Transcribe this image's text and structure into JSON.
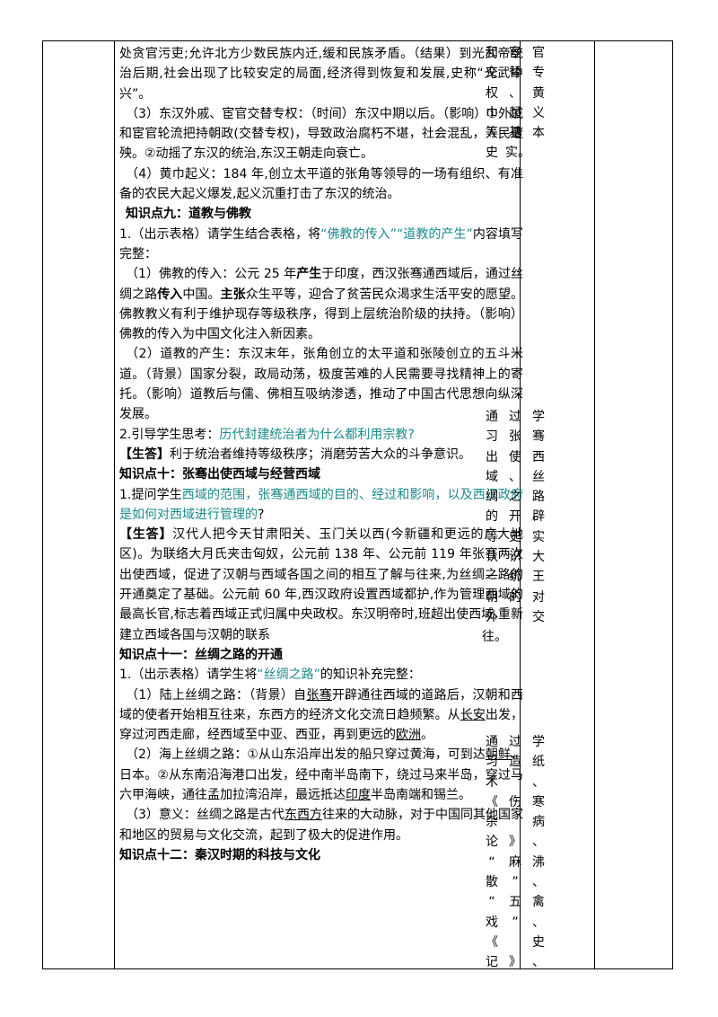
{
  "main": {
    "p1": "处贪官污吏;允许北方少数民族内迁,缓和民族矛盾。（结果）到光武帝统治后期,社会出现了比较安定的局面,经济得到恢复和发展,史称“光武中兴”。",
    "p2": "（3）东汉外戚、宦官交替专权：（时间）东汉中期以后。（影响）①外戚和宦官轮流把持朝政(交替专权)，导致政治腐朽不堪，社会混乱，人民遭殃。②动摇了东汉的统治,东汉王朝走向衰亡。",
    "p3": "（4）黄巾起义：184 年,创立太平道的张角等领导的一场有组织、有准备的农民大起义爆发,起义沉重打击了东汉的统治。",
    "h9": "知识点九：道教与佛教",
    "p4a": "1.（出示表格）请学生结合表格，将",
    "p4b": "“佛教的传入”“道教的产生”",
    "p4c": "内容填写完整：",
    "p5a": "（1）佛教的传入：公元 25 年",
    "p5b": "产生",
    "p5c": "于印度，西汉张骞通西域后，通过丝绸之路",
    "p5d": "传入",
    "p5e": "中国。",
    "p5f": "主张",
    "p5g": "众生平等，迎合了贫苦民众渴求生活平安的愿望。佛教教义有利于维护现存等级秩序，得到上层统治阶级的扶持。（影响）佛教的传入为中国文化注入新因素。",
    "p6": "（2）道教的产生：东汉末年，张角创立的太平道和张陵创立的五斗米道。（背景）国家分裂，政局动荡，极度苦难的人民需要寻找精神上的寄托。（影响）道教后与儒、佛相互吸纳渗透，推动了中国古代思想向纵深发展。",
    "p7a": "2.引导学生思考：",
    "p7b": "历代封建统治者为什么都利用宗教?",
    "p8a": "【生答】",
    "p8b": "利于统治者维持等级秩序；消磨劳苦大众的斗争意识。",
    "h10": "知识点十：张骞出使西域与经营西域",
    "p9a": "1.提问学生",
    "p9b": "西域的范围，张骞通西域的目的、经过和影响，以及西汉政府是如何对西域进行管理的",
    "p9c": "?",
    "p10a": "【生答】",
    "p10b": "汉代人把今天甘肃阳关、玉门关以西(今新疆和更远的广大地区)。为联络大月氏夹击匈奴，公元前 138 年、公元前 119 年张骞两次出使西域，促进了汉朝与西域各国之间的相互了解与往来,为丝绸之路的开通奠定了基础。公元前 60 年,西汉政府设置西域都护,作为管理西域的最高长官,标志着西域正式归属中央政权。东汉明帝时,班超出使西域,重新建立西域各国与汉朝的联系",
    "h11": "知识点十一：丝绸之路的开通",
    "p11a": "1.（出示表格）请学生将",
    "p11b": "“丝绸之路”",
    "p11c": "的知识补充完整：",
    "p12a": "（1）陆上丝绸之路：（背景）自",
    "p12b": "张骞",
    "p12c": "开辟通往西域的道路后，汉朝和西域的使者开始相互往来，东西方的经济文化交流日趋频繁。从",
    "p12d": "长安",
    "p12e": "出发，穿过河西走廊，经西域至中亚、西亚，再到更远的",
    "p12f": "欧洲",
    "p12g": "。",
    "p13a": "（2）海上丝绸之路：①从山东沿岸出发的船只穿过黄海，可到达",
    "p13b": "朝鲜",
    "p13c": "、日本。②从东南沿海港口出发，经中南半岛南下，绕过马来半岛，穿过马六甲海峡，通往孟加拉湾沿岸，最远抵达",
    "p13d": "印度",
    "p13e": "半岛南端和锡兰。",
    "p14a": "（3）意义：丝绸之路是古代",
    "p14b": "东西方",
    "p14c": "往来的大动脉，对于中国同其他国家和地区的贸易与文化交流，起到了极大的促进作用。",
    "h12": "知识点十二：秦汉时期的科技与文化"
  },
  "side1": [
    [
      "和",
      "宦",
      "官"
    ],
    [
      "交",
      "替",
      "专"
    ],
    [
      "权",
      "、",
      "黄"
    ],
    [
      "巾",
      "起",
      "义"
    ],
    [
      "等",
      "基",
      "本"
    ],
    [
      "史",
      "实。",
      ""
    ]
  ],
  "side2": [
    [
      "通",
      "过",
      "学"
    ],
    [
      "习",
      "张",
      "骞"
    ],
    [
      "出",
      "使",
      "西"
    ],
    [
      "域",
      "、",
      "丝"
    ],
    [
      "绸",
      "之",
      "路"
    ],
    [
      "的",
      "开",
      "辟"
    ],
    [
      "等",
      "史",
      "实"
    ],
    [
      "认",
      "识",
      "大"
    ],
    [
      "一",
      "统",
      "王"
    ],
    [
      "朝",
      "的",
      "对"
    ],
    [
      "外",
      "",
      "交"
    ],
    [
      "往。",
      "",
      ""
    ]
  ],
  "side3": [
    [
      "通",
      "过",
      "学"
    ],
    [
      "习",
      "造",
      "纸"
    ],
    [
      "术",
      "",
      "、"
    ],
    [
      "《",
      "伤",
      "寒"
    ],
    [
      "杂",
      "",
      "病"
    ],
    [
      "论",
      "》",
      "、"
    ],
    [
      "“",
      "麻",
      "沸"
    ],
    [
      "散",
      "”",
      "、"
    ],
    [
      "“",
      "五",
      "禽"
    ],
    [
      "戏",
      "”",
      "、"
    ],
    [
      "《",
      "",
      "史"
    ],
    [
      "记",
      "》",
      "、"
    ]
  ]
}
